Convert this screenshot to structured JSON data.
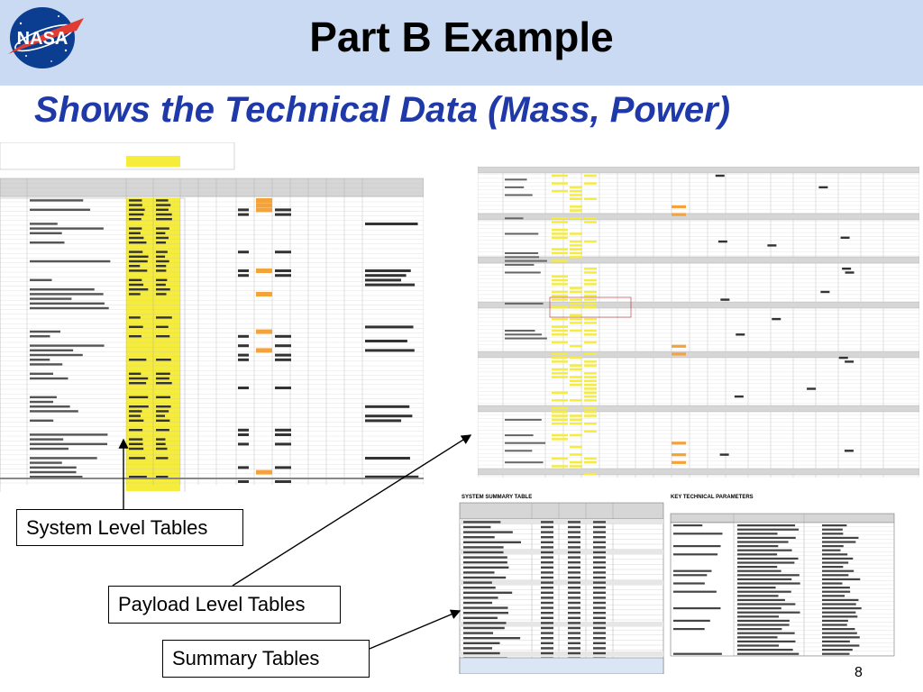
{
  "slide": {
    "title": "Part B Example",
    "subtitle": "Shows the Technical Data (Mass, Power)",
    "page_number": "8"
  },
  "logo": {
    "text": "NASA",
    "colors": {
      "globe": "#0b3d91",
      "red": "#e03c31",
      "white": "#ffffff"
    }
  },
  "callouts": {
    "system": "System Level Tables",
    "payload": "Payload Level Tables",
    "summary": "Summary Tables"
  },
  "summary_tables": {
    "system_title": "SYSTEM SUMMARY TABLE",
    "key_title": "KEY TECHNICAL PARAMETERS"
  },
  "colors": {
    "header_band": "#c9daf2",
    "subtitle": "#1f3aa8",
    "sheet_highlight": "#f6ec3c",
    "sheet_grid": "#9a9a9a",
    "sheet_header": "#d6d6d6",
    "sheet_orange": "#f4a23a"
  }
}
